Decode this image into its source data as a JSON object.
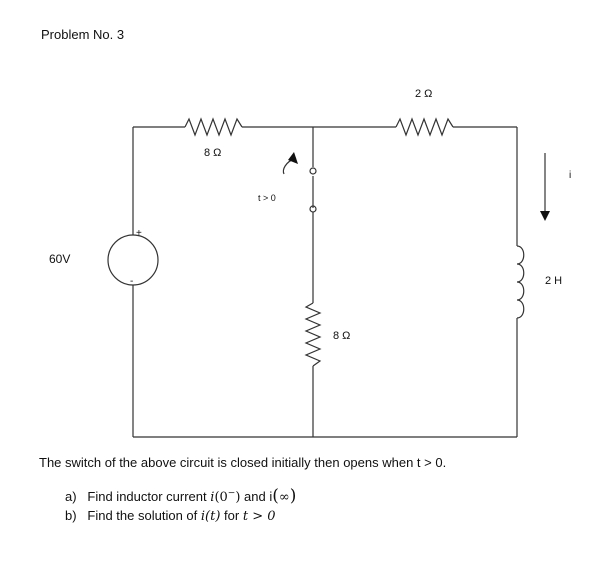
{
  "title": "Problem No. 3",
  "circuit": {
    "source_label": "60V",
    "source_plus": "+",
    "source_minus": "-",
    "r_top_left": "8 Ω",
    "r_top_right": "2 Ω",
    "r_middle": "8 Ω",
    "switch_label": "t > 0",
    "inductor_label": "2 H",
    "current_label": "i"
  },
  "statement": "The switch of the above circuit is closed initially then opens when t > 0.",
  "questions": {
    "a_marker": "a)",
    "a_text": "Find inductor current",
    "a_i": "i",
    "a_arg": "(0",
    "a_sup": "−",
    "a_close": ")",
    "a_and": "and i",
    "a_inf_open": "(",
    "a_inf": "∞",
    "a_inf_close": ")",
    "b_marker": "b)",
    "b_text": "Find the solution of",
    "b_expr": "i(t)",
    "b_for": "for",
    "b_cond": "t > 0"
  }
}
